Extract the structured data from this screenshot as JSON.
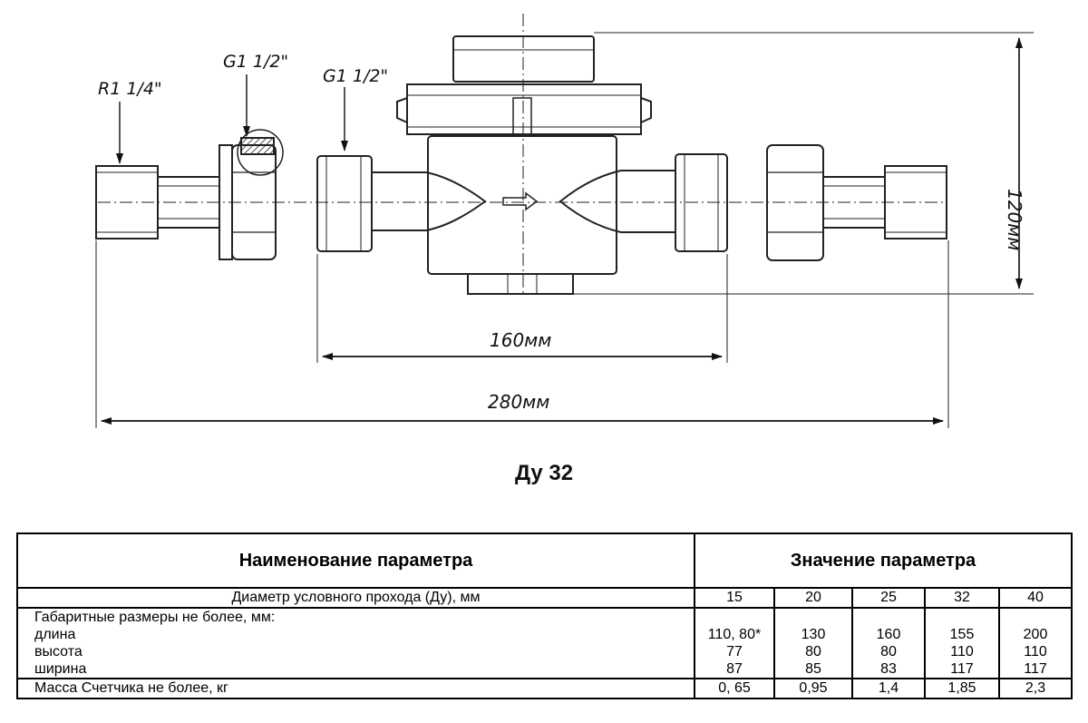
{
  "drawing": {
    "labels": {
      "thread_left": "R1 1/4\"",
      "thread_mid": "G1 1/2\"",
      "thread_body": "G1 1/2\"",
      "height_dim": "120мм",
      "body_length_dim": "160мм",
      "total_length_dim": "280мм"
    }
  },
  "caption": "Ду 32",
  "table": {
    "header_name": "Наименование параметра",
    "header_value": "Значение параметра",
    "rows": [
      {
        "name_lines": [
          "Диаметр условного прохода (Ду), мм"
        ],
        "values": [
          [
            "15"
          ],
          [
            "20"
          ],
          [
            "25"
          ],
          [
            "32"
          ],
          [
            "40"
          ]
        ]
      },
      {
        "name_lines": [
          "Габаритные размеры не более, мм:",
          "длина",
          "высота",
          "ширина"
        ],
        "values": [
          [
            "",
            "110, 80*",
            "77",
            "87"
          ],
          [
            "",
            "130",
            "80",
            "85"
          ],
          [
            "",
            "160",
            "80",
            "83"
          ],
          [
            "",
            "155",
            "110",
            "117"
          ],
          [
            "",
            "200",
            "110",
            "117"
          ]
        ]
      },
      {
        "name_lines": [
          "Масса Счетчика не более, кг"
        ],
        "values": [
          [
            "0, 65"
          ],
          [
            "0,95"
          ],
          [
            "1,4"
          ],
          [
            "1,85"
          ],
          [
            "2,3"
          ]
        ]
      }
    ]
  }
}
